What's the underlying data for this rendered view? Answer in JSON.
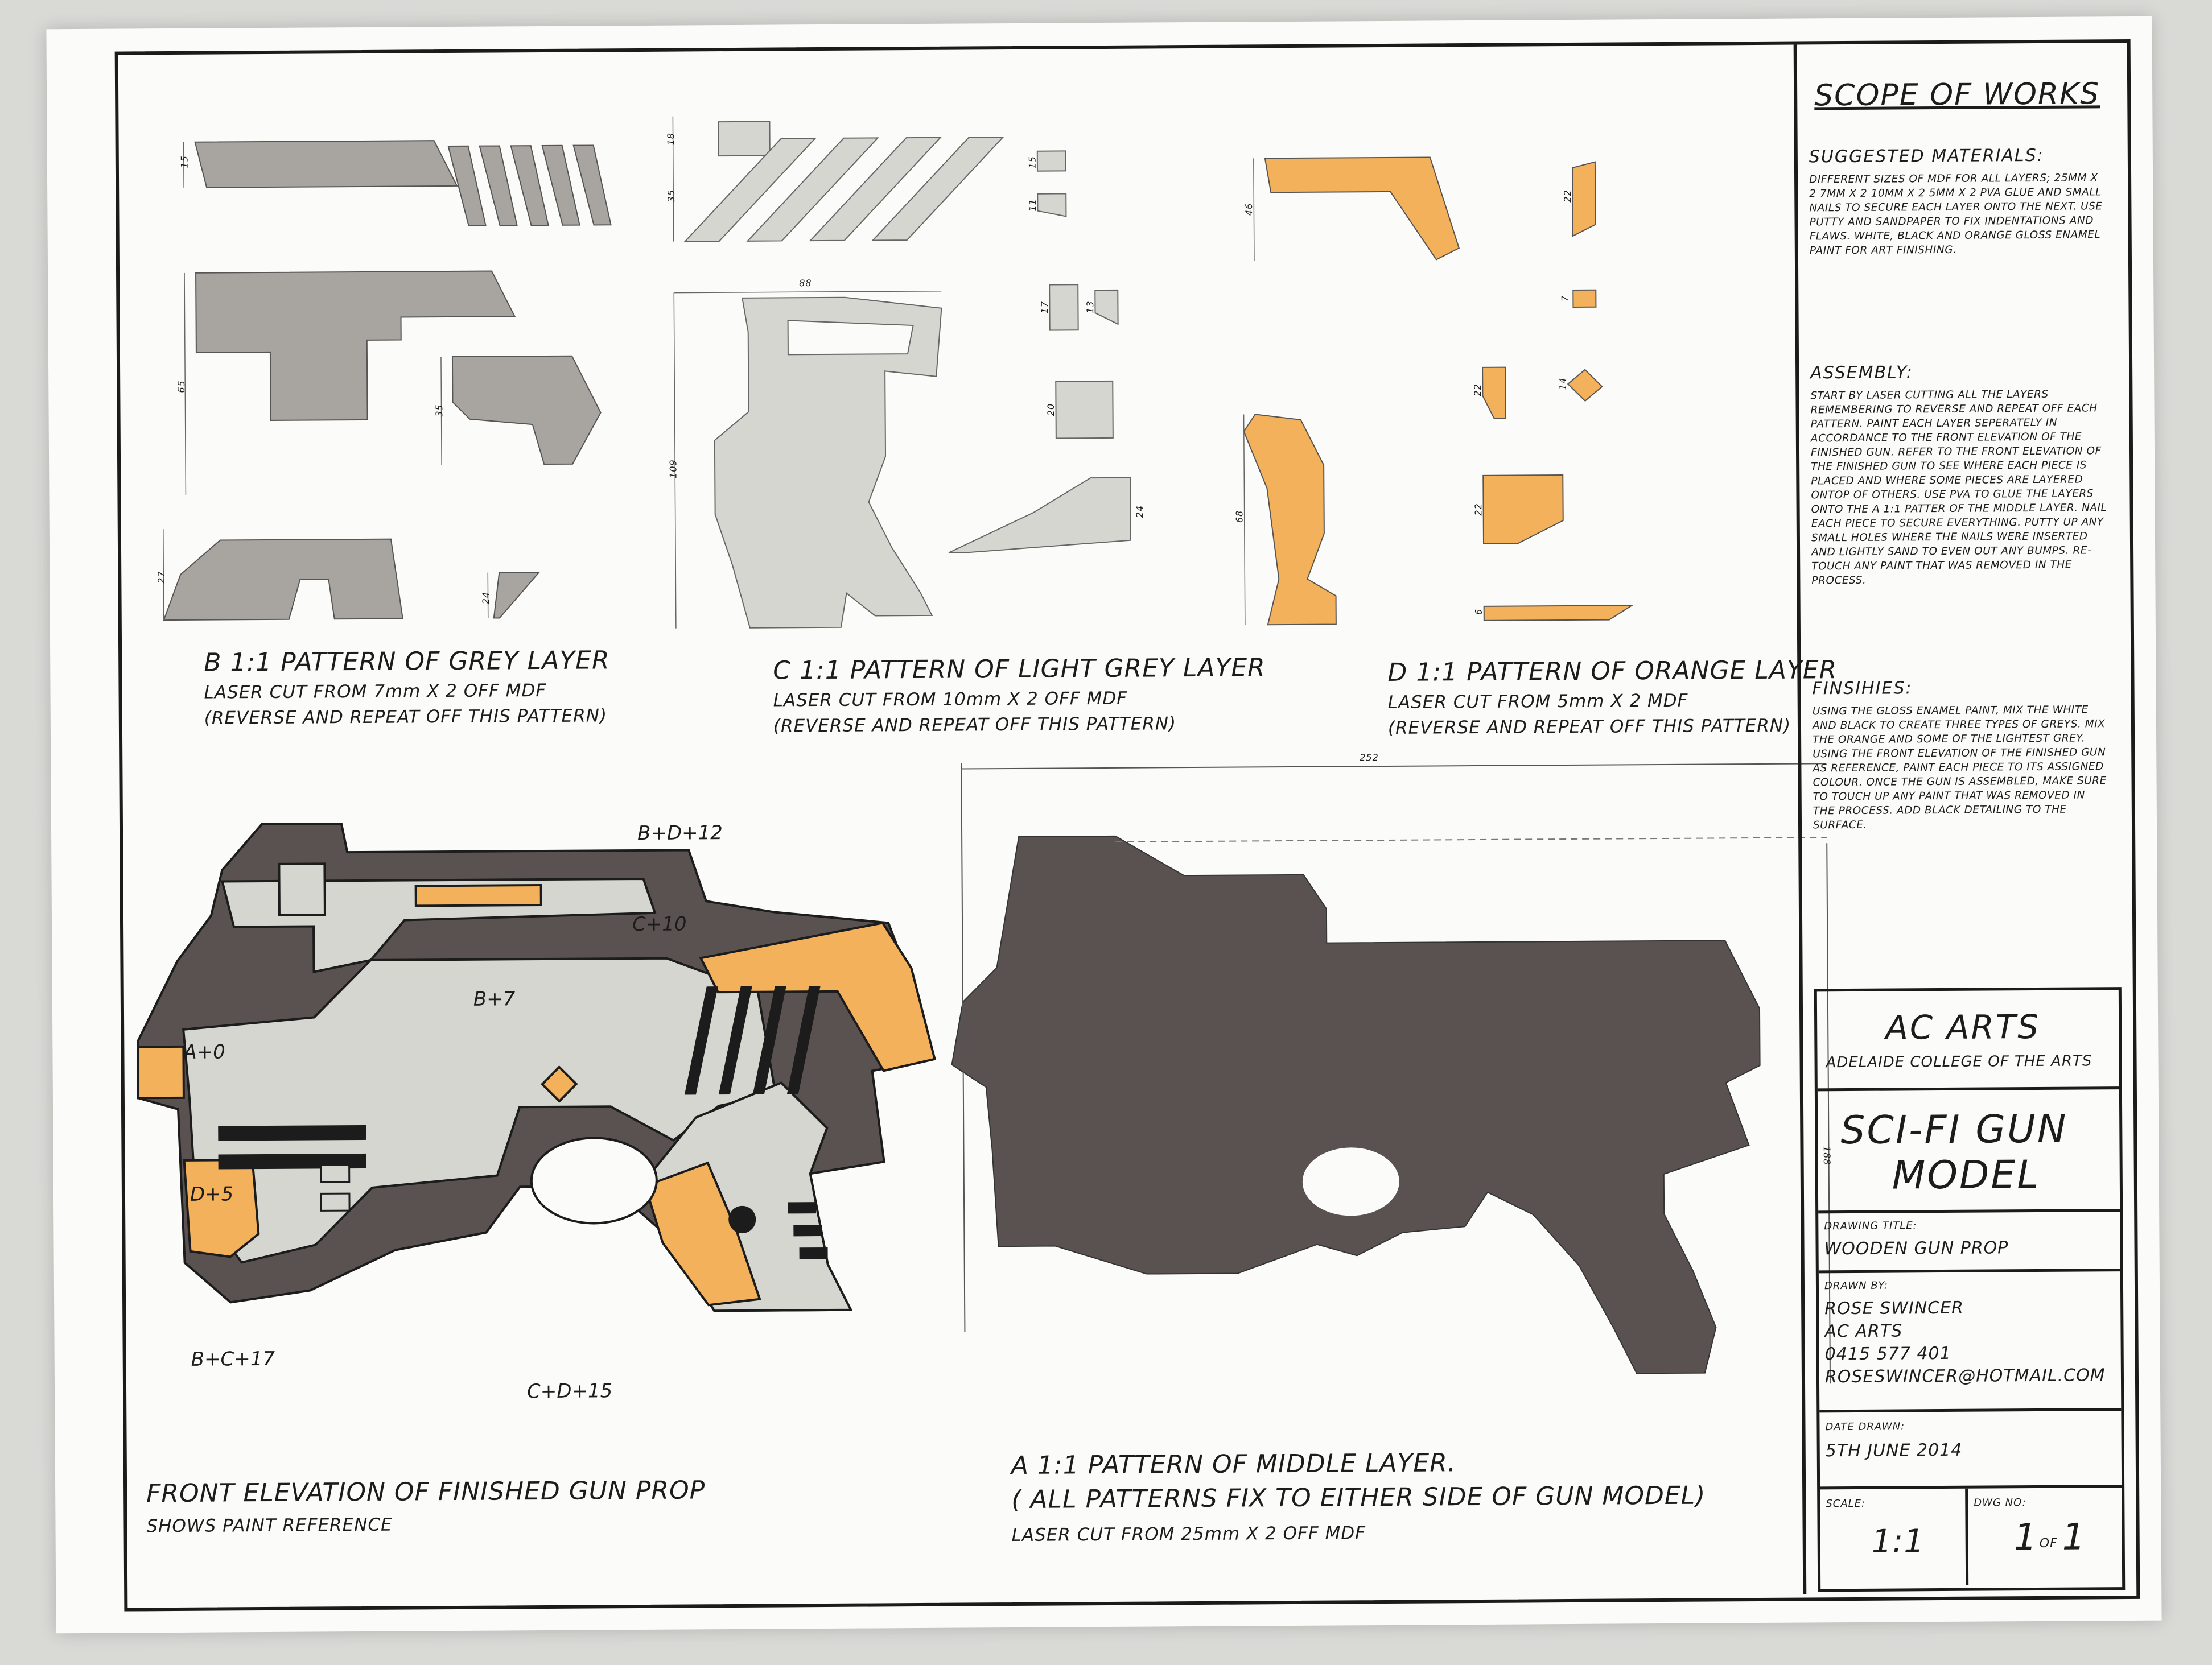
{
  "sheet": {
    "scope": {
      "title": "SCOPE OF WORKS",
      "materials_heading": "SUGGESTED MATERIALS:",
      "materials_text": "DIFFERENT SIZES OF MDF FOR ALL LAYERS; 25MM X 2 7MM X 2 10MM X 2 5MM X 2 PVA GLUE AND SMALL NAILS TO SECURE EACH LAYER ONTO THE NEXT. USE PUTTY AND SANDPAPER TO FIX INDENTATIONS AND FLAWS. WHITE, BLACK AND ORANGE GLOSS ENAMEL PAINT FOR ART FINISHING.",
      "assembly_heading": "ASSEMBLY:",
      "assembly_text": "START BY LASER CUTTING ALL THE LAYERS REMEMBERING TO REVERSE AND REPEAT OFF EACH PATTERN. PAINT EACH LAYER SEPERATELY IN ACCORDANCE TO THE FRONT ELEVATION OF THE FINISHED GUN. REFER TO THE FRONT ELEVATION OF THE FINISHED GUN TO SEE WHERE EACH PIECE IS PLACED AND WHERE SOME PIECES ARE LAYERED ONTOP OF OTHERS. USE PVA TO GLUE THE LAYERS ONTO THE A 1:1 PATTER OF THE MIDDLE LAYER. NAIL EACH PIECE TO SECURE EVERYTHING. PUTTY UP ANY SMALL HOLES WHERE THE NAILS WERE INSERTED AND LIGHTLY SAND TO EVEN OUT ANY BUMPS. RE-TOUCH ANY PAINT THAT WAS REMOVED IN THE PROCESS.",
      "finishes_heading": "FINSIHIES:",
      "finishes_text": "USING THE GLOSS ENAMEL PAINT, MIX THE WHITE AND BLACK TO CREATE THREE TYPES OF GREYS. MIX THE ORANGE AND SOME OF THE LIGHTEST GREY. USING THE FRONT ELEVATION OF THE FINISHED GUN AS REFERENCE, PAINT EACH PIECE TO ITS ASSIGNED COLOUR. ONCE THE GUN IS ASSEMBLED, MAKE SURE TO TOUCH UP ANY PAINT THAT WAS REMOVED IN THE PROCESS. ADD BLACK DETAILING TO THE SURFACE."
    },
    "titleblock": {
      "org": "AC ARTS",
      "org_full": "ADELAIDE COLLEGE OF THE ARTS",
      "project_line1": "SCI-FI GUN",
      "project_line2": "MODEL",
      "drawing_title_label": "DRAWING TITLE:",
      "drawing_title": "WOODEN GUN PROP",
      "drawn_by_label": "DRAWN BY:",
      "drawn_by_name": "ROSE SWINCER",
      "drawn_by_org": "AC ARTS",
      "drawn_by_phone": "0415 577 401",
      "drawn_by_email": "ROSESWINCER@HOTMAIL.COM",
      "date_label": "DATE DRAWN:",
      "date": "5TH JUNE 2014",
      "scale_label": "SCALE:",
      "scale": "1:1",
      "dwg_label": "DWG NO:",
      "dwg_num": "1",
      "dwg_of": "OF",
      "dwg_total": "1"
    },
    "patterns": {
      "b_title": "B 1:1 PATTERN OF GREY LAYER",
      "b_line1": "LASER CUT FROM 7mm X 2 OFF MDF",
      "b_line2": "(REVERSE AND REPEAT OFF THIS PATTERN)",
      "c_title": "C 1:1 PATTERN OF LIGHT GREY LAYER",
      "c_line1": "LASER CUT FROM 10mm X 2 OFF MDF",
      "c_line2": "(REVERSE AND REPEAT OFF THIS PATTERN)",
      "d_title": "D 1:1 PATTERN OF ORANGE LAYER",
      "d_line1": "LASER CUT FROM 5mm X 2 MDF",
      "d_line2": "(REVERSE AND REPEAT OFF THIS PATTERN)",
      "a_title": "A 1:1 PATTERN OF MIDDLE LAYER.",
      "a_line1": "( ALL PATTERNS FIX TO EITHER SIDE OF GUN MODEL)",
      "a_line2": "LASER CUT FROM 25mm X 2 OFF MDF",
      "front_title": "FRONT ELEVATION OF FINISHED GUN PROP",
      "front_sub": "SHOWS PAINT REFERENCE"
    },
    "callouts": {
      "bd12": "B+D+12",
      "c10": "C+10",
      "b7": "B+7",
      "a0": "A+0",
      "d5": "D+5",
      "bc17": "B+C+17",
      "cd15": "C+D+15"
    },
    "dimensions": {
      "d15": "15",
      "d65": "65",
      "d35": "35",
      "d27": "27",
      "d24": "24",
      "d18": "18",
      "d35b": "35",
      "d88": "88",
      "d109": "109",
      "d15b": "15",
      "d11": "11",
      "d17": "17",
      "d13": "13",
      "d20": "20",
      "d24b": "24",
      "d46": "46",
      "d22": "22",
      "d7": "7",
      "d22b": "22",
      "d14": "14",
      "d68": "68",
      "d22c": "22",
      "d6": "6",
      "d252": "252",
      "d188": "188"
    },
    "colors": {
      "grey": "#a8a49f",
      "light_grey": "#d6d6d1",
      "orange": "#f4b15b",
      "dark": "#5a5250",
      "ink": "#1c1c1c"
    }
  }
}
